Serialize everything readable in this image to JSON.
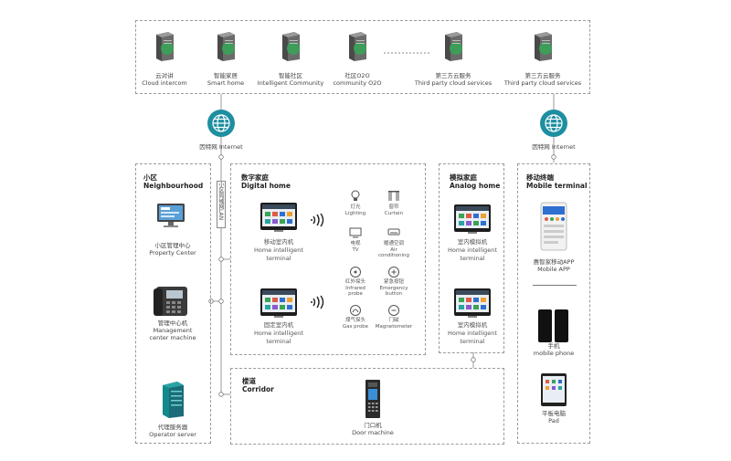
{
  "cloud": {
    "items": [
      {
        "cn": "云对讲",
        "en": "Cloud intercom"
      },
      {
        "cn": "智能家居",
        "en": "Smart home"
      },
      {
        "cn": "智能社区",
        "en": "Intelligent Community"
      },
      {
        "cn": "社区O2O",
        "en": "community O2O"
      },
      {
        "cn": "第三方云服务",
        "en": "Third party cloud services"
      },
      {
        "cn": "第三方云服务",
        "en": "Third party cloud services"
      }
    ]
  },
  "internet": {
    "left": "因特网 Internet",
    "right": "因特网 Internet"
  },
  "lan_label": "小区局域网LAN",
  "neighbourhood": {
    "title_cn": "小区",
    "title_en": "Neighbourhood",
    "items": [
      {
        "cn": "小区管理中心",
        "en": "Property Center"
      },
      {
        "cn": "管理中心机",
        "en": "Management",
        "en2": "center machine"
      },
      {
        "cn": "代理服务器",
        "en": "Operator server"
      }
    ]
  },
  "digital_home": {
    "title_cn": "数字家庭",
    "title_en": "Digital home",
    "terminals": [
      {
        "cn": "移动室内机",
        "en": "Home intelligent",
        "en2": "terminal"
      },
      {
        "cn": "固定室内机",
        "en": "Home intelligent",
        "en2": "terminal"
      }
    ],
    "devices": [
      {
        "cn": "灯光",
        "en": "Lighting",
        "en2": ""
      },
      {
        "cn": "窗帘",
        "en": "Curtain",
        "en2": ""
      },
      {
        "cn": "电视",
        "en": "TV",
        "en2": ""
      },
      {
        "cn": "暖通空调",
        "en": "Air",
        "en2": "conditioning"
      },
      {
        "cn": "红外探头",
        "en": "Infrared",
        "en2": "probe"
      },
      {
        "cn": "紧急按钮",
        "en": "Emergency",
        "en2": "button"
      },
      {
        "cn": "煤气探头",
        "en": "Gas probe",
        "en2": ""
      },
      {
        "cn": "门磁",
        "en": "Magnetometer",
        "en2": ""
      }
    ]
  },
  "analog_home": {
    "title_cn": "模拟家庭",
    "title_en": "Analog home",
    "terminals": [
      {
        "cn": "室内模拟机",
        "en": "Home intelligent",
        "en2": "terminal"
      },
      {
        "cn": "室内模拟机",
        "en": "Home intelligent",
        "en2": "terminal"
      }
    ]
  },
  "corridor": {
    "title_cn": "楼道",
    "title_en": "Corridor",
    "item": {
      "cn": "门口机",
      "en": "Door machine"
    }
  },
  "mobile": {
    "title_cn": "移动终端",
    "title_en": "Mobile terminal",
    "items": [
      {
        "cn": "惠智家移动APP",
        "en": "Mobile APP"
      },
      {
        "cn": "手机",
        "en": "mobile phone"
      },
      {
        "cn": "平板电脑",
        "en": "Pad"
      }
    ]
  },
  "colors": {
    "green": "#3aa356",
    "teal": "#1e8fa0",
    "dash": "#9a9a9a"
  }
}
